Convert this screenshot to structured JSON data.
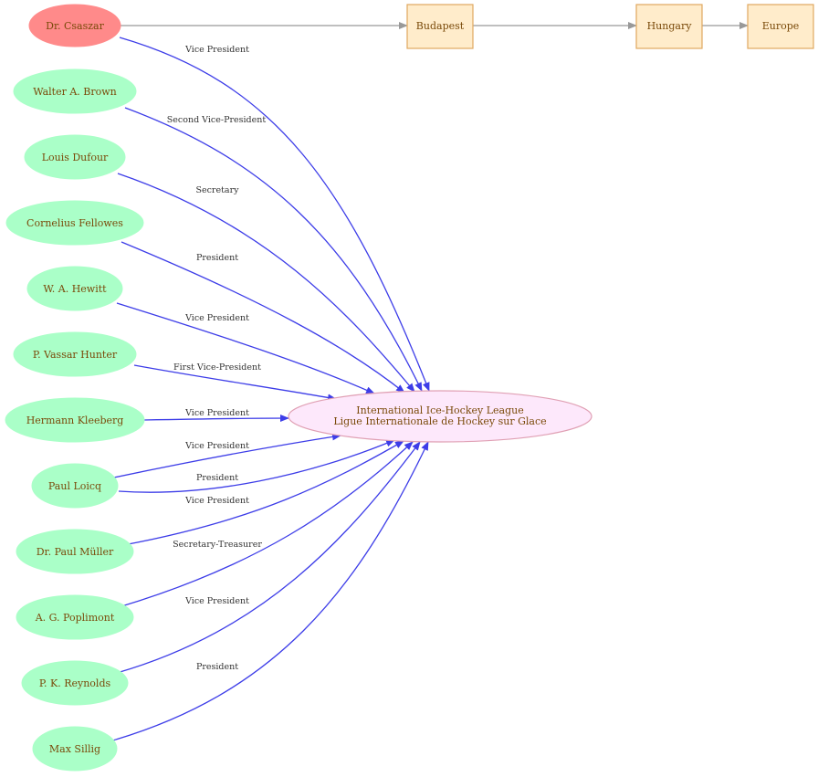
{
  "colors": {
    "person_fill": "#aaffc8",
    "person_stroke": "#aaffc8",
    "highlight_fill": "#ff8a8a",
    "league_fill": "#fde8fb",
    "league_stroke": "#e0a0b4",
    "place_fill": "#ffeccb",
    "place_stroke": "#e0a860",
    "edge_blue": "#3d3de8",
    "edge_gray": "#999999",
    "text": "#7a4a0a"
  },
  "league": {
    "line1": "International Ice-Hockey League",
    "line2": "Ligue Internationale de Hockey sur Glace"
  },
  "places": [
    {
      "id": "budapest",
      "label": "Budapest"
    },
    {
      "id": "hungary",
      "label": "Hungary"
    },
    {
      "id": "europe",
      "label": "Europe"
    }
  ],
  "people": [
    {
      "id": "csaszar",
      "name": "Dr. Csaszar",
      "role": "Vice President",
      "highlight": true
    },
    {
      "id": "brown",
      "name": "Walter A. Brown",
      "role": "Second Vice-President"
    },
    {
      "id": "dufour",
      "name": "Louis Dufour",
      "role": "Secretary"
    },
    {
      "id": "fellowes",
      "name": "Cornelius Fellowes",
      "role": "President"
    },
    {
      "id": "hewitt",
      "name": "W. A. Hewitt",
      "role": "Vice President"
    },
    {
      "id": "hunter",
      "name": "P. Vassar Hunter",
      "role": "First Vice-President"
    },
    {
      "id": "kleeberg",
      "name": "Hermann Kleeberg",
      "role": "Vice President"
    },
    {
      "id": "loicq",
      "name": "Paul Loicq",
      "roles": [
        "Vice President",
        "President"
      ]
    },
    {
      "id": "muller",
      "name": "Dr. Paul Müller",
      "role": "Vice President"
    },
    {
      "id": "poplimont",
      "name": "A. G. Poplimont",
      "role": "Secretary-Treasurer"
    },
    {
      "id": "reynolds",
      "name": "P. K. Reynolds",
      "role": "Vice President"
    },
    {
      "id": "sillig",
      "name": "Max Sillig",
      "role": "President"
    }
  ]
}
